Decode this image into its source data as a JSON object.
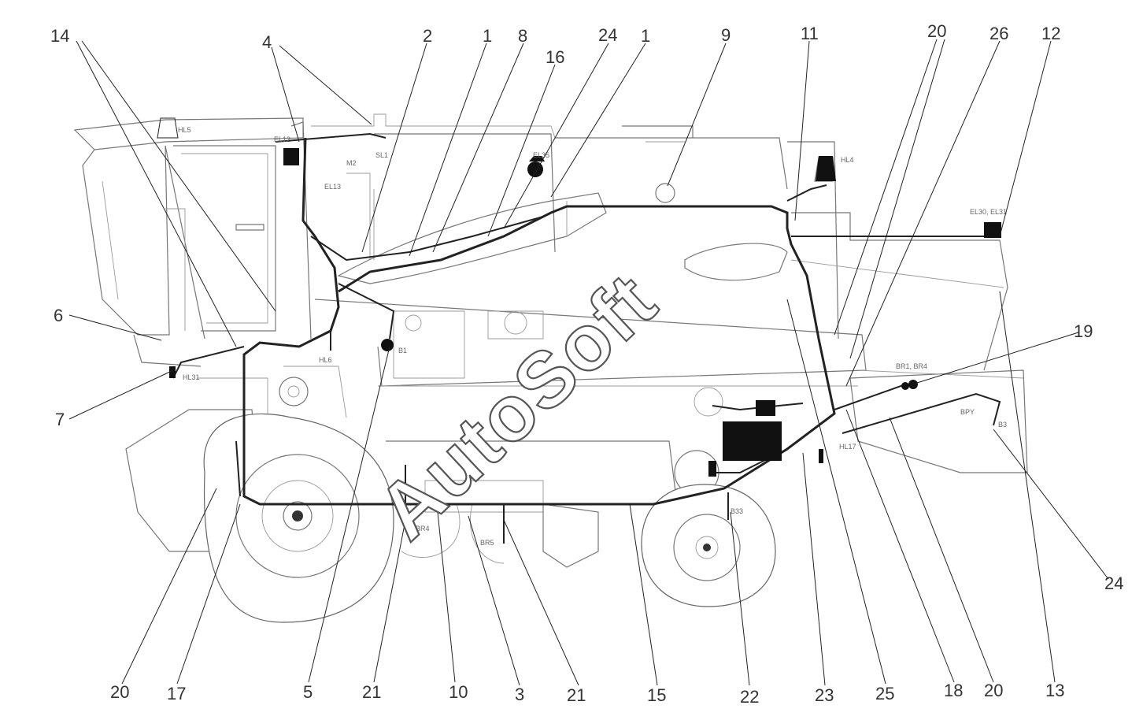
{
  "callouts": [
    {
      "id": "c14a",
      "label": "14"
    },
    {
      "id": "c4",
      "label": "4"
    },
    {
      "id": "c2",
      "label": "2"
    },
    {
      "id": "c1a",
      "label": "1"
    },
    {
      "id": "c8",
      "label": "8"
    },
    {
      "id": "c16",
      "label": "16"
    },
    {
      "id": "c24a",
      "label": "24"
    },
    {
      "id": "c1b",
      "label": "1"
    },
    {
      "id": "c9",
      "label": "9"
    },
    {
      "id": "c11",
      "label": "11"
    },
    {
      "id": "c20a",
      "label": "20"
    },
    {
      "id": "c26",
      "label": "26"
    },
    {
      "id": "c12",
      "label": "12"
    },
    {
      "id": "c6",
      "label": "6"
    },
    {
      "id": "c7",
      "label": "7"
    },
    {
      "id": "c19",
      "label": "19"
    },
    {
      "id": "c24b",
      "label": "24"
    },
    {
      "id": "c20b",
      "label": "20"
    },
    {
      "id": "c17",
      "label": "17"
    },
    {
      "id": "c5",
      "label": "5"
    },
    {
      "id": "c21a",
      "label": "21"
    },
    {
      "id": "c10",
      "label": "10"
    },
    {
      "id": "c3",
      "label": "3"
    },
    {
      "id": "c21b",
      "label": "21"
    },
    {
      "id": "c15",
      "label": "15"
    },
    {
      "id": "c22",
      "label": "22"
    },
    {
      "id": "c23",
      "label": "23"
    },
    {
      "id": "c25",
      "label": "25"
    },
    {
      "id": "c18",
      "label": "18"
    },
    {
      "id": "c20c",
      "label": "20"
    },
    {
      "id": "c13",
      "label": "13"
    }
  ],
  "component_tags": [
    {
      "id": "t_hl5",
      "label": "HL5"
    },
    {
      "id": "t_el12",
      "label": "EL12"
    },
    {
      "id": "t_m2",
      "label": "M2"
    },
    {
      "id": "t_el13",
      "label": "EL13"
    },
    {
      "id": "t_sl1",
      "label": "SL1"
    },
    {
      "id": "t_el35",
      "label": "EL35"
    },
    {
      "id": "t_hl4",
      "label": "HL4"
    },
    {
      "id": "t_el30",
      "label": "EL30, EL31"
    },
    {
      "id": "t_hl6",
      "label": "HL6"
    },
    {
      "id": "t_b1",
      "label": "B1"
    },
    {
      "id": "t_hl31",
      "label": "HL31"
    },
    {
      "id": "t_br1",
      "label": "BR1, BR4"
    },
    {
      "id": "t_bpy",
      "label": "BPY"
    },
    {
      "id": "t_b3",
      "label": "B3"
    },
    {
      "id": "t_hl17",
      "label": "HL17"
    },
    {
      "id": "t_br4",
      "label": "BR4"
    },
    {
      "id": "t_br5",
      "label": "BR5"
    },
    {
      "id": "t_b33",
      "label": "B33"
    }
  ],
  "watermark": "AutoSoft"
}
